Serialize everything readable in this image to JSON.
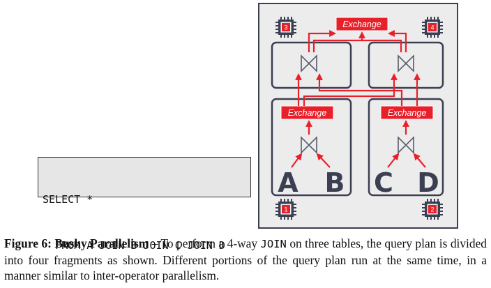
{
  "sql": {
    "line1": "SELECT *",
    "line2": "  FROM A JOIN B JOIN C JOIN D"
  },
  "diagram": {
    "exchange_label": "Exchange",
    "tables": [
      "A",
      "B",
      "C",
      "D"
    ],
    "workers": [
      "1",
      "2",
      "3",
      "4"
    ],
    "join_symbol": "⋈",
    "colors": {
      "panel_bg": "#ececec",
      "fragment_border": "#3a3f52",
      "arrow_red": "#e8202a",
      "exchange_fill": "#e8202a",
      "chip": "#3a3f52"
    }
  },
  "caption": {
    "figure_label": "Figure 6:",
    "title": "Bushy Parallelism",
    "text_part1": " – To perform a 4-way ",
    "code": "JOIN",
    "text_part2": " on three tables, the query plan is divided into four fragments as shown. Different portions of the query plan run at the same time, in a manner similar to inter-operator parallelism."
  }
}
